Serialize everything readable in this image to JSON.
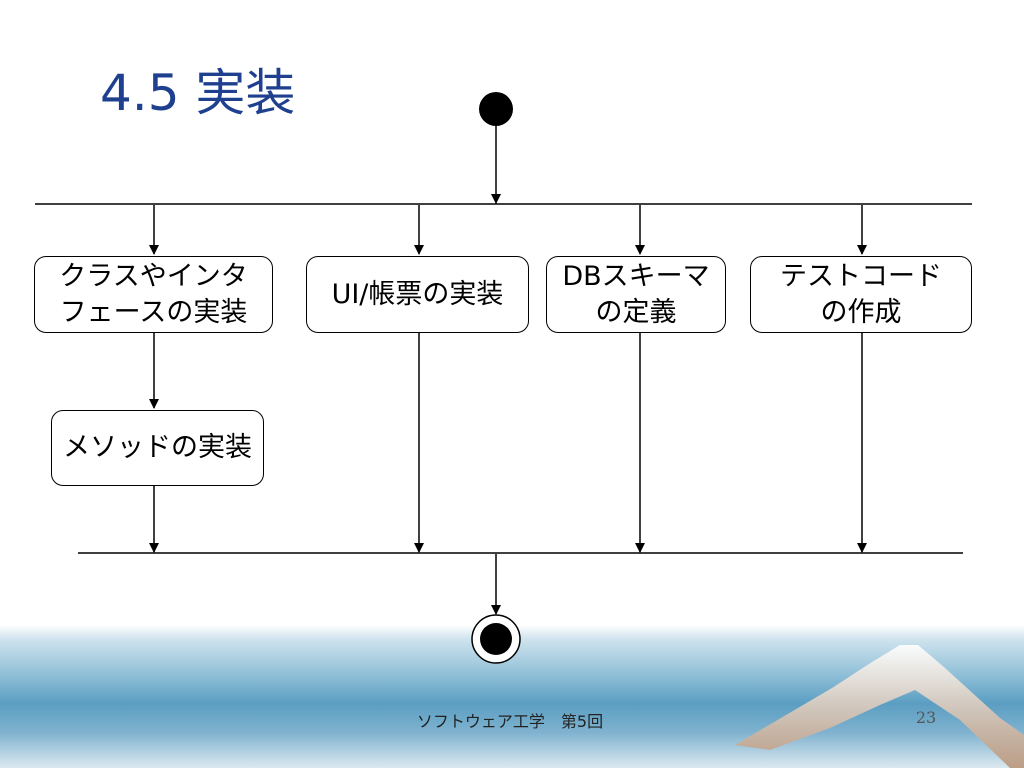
{
  "slide": {
    "title": "4.5 実装",
    "footer": "ソフトウェア工学　第5回",
    "page_number": "23"
  },
  "diagram": {
    "activities": [
      {
        "id": "interface",
        "label": "クラスやインタ\nフェースの実装"
      },
      {
        "id": "ui",
        "label": "UI/帳票の実装"
      },
      {
        "id": "db",
        "label": "DBスキーマ\nの定義"
      },
      {
        "id": "test",
        "label": "テストコード\nの作成"
      },
      {
        "id": "method",
        "label": "メソッドの実装"
      }
    ]
  },
  "colors": {
    "title": "#1f3f8f",
    "stroke": "#000000",
    "background_band": "#5b9ec2"
  }
}
